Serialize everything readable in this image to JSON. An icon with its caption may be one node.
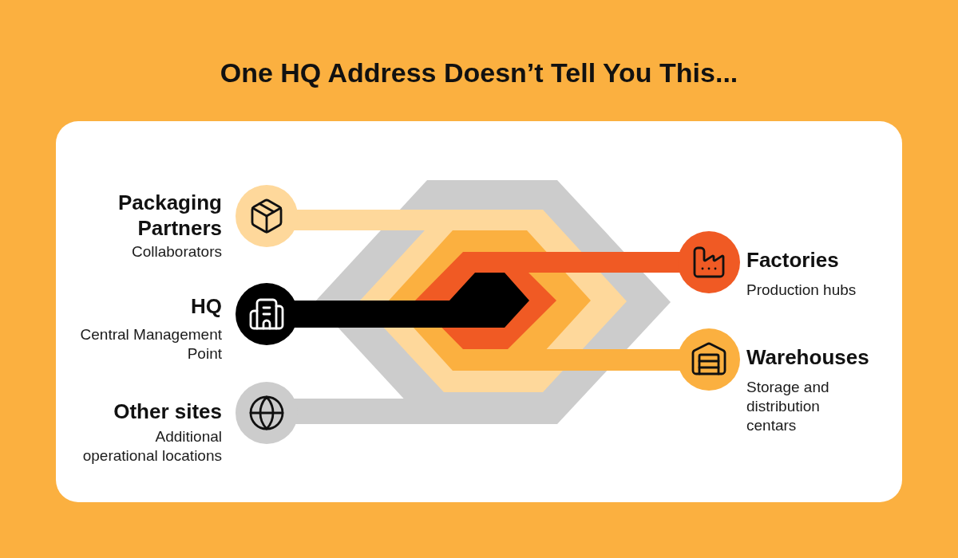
{
  "diagram": {
    "title": "One HQ Address Doesn’t Tell You This...",
    "nodes": [
      {
        "text": [
          "Packaging Partners",
          "Collaborators"
        ]
      },
      {
        "text": [
          "HQ",
          "Central Management Point"
        ]
      },
      {
        "text": [
          "Other sites",
          "Additional operational locations"
        ]
      },
      {
        "text": [
          "Factories",
          "Production hubs"
        ]
      },
      {
        "text": [
          "Warehouses",
          "Storage and distribution centars"
        ]
      }
    ]
  }
}
